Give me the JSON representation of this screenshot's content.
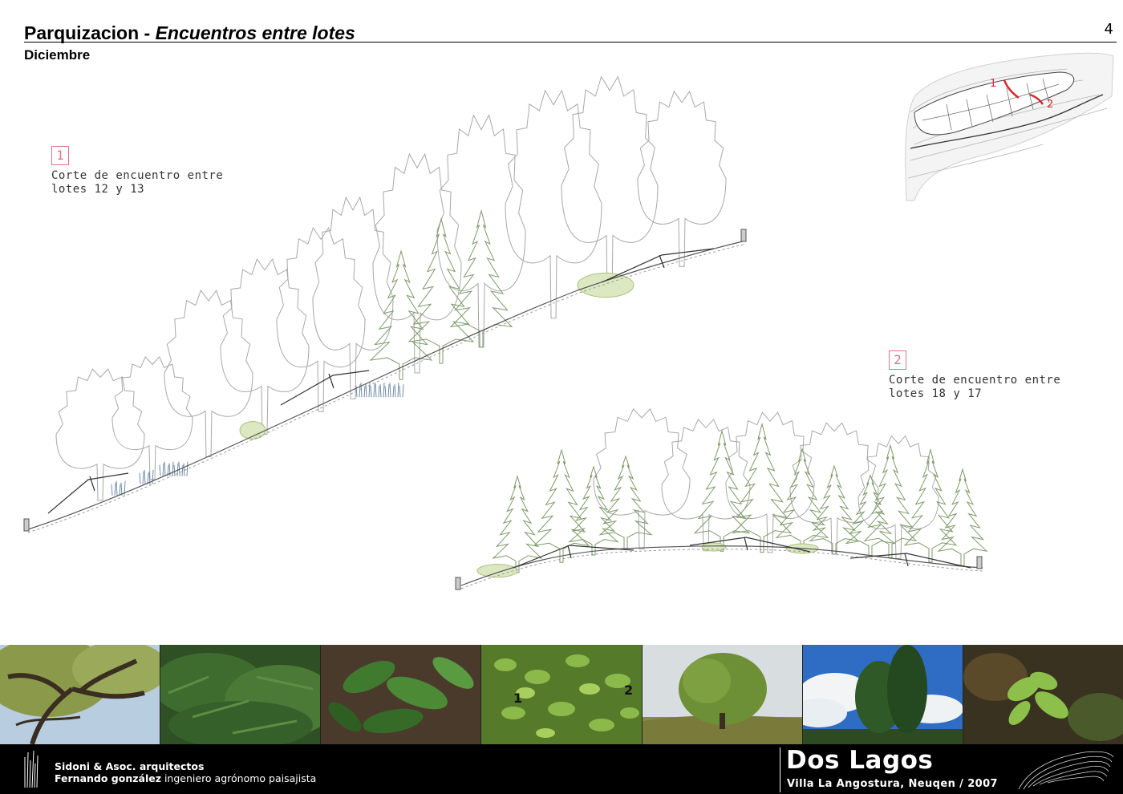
{
  "header": {
    "title": "Parquizacion - ",
    "subtitle": "Encuentros entre lotes",
    "month": "Diciembre",
    "page_number": "4"
  },
  "sections": [
    {
      "number": "1",
      "caption_line1": "Corte de encuentro entre",
      "caption_line2": "lotes 12 y 13"
    },
    {
      "number": "2",
      "caption_line1": "Corte de encuentro entre",
      "caption_line2": "lotes 18 y 17"
    }
  ],
  "key_map": {
    "labels": [
      "1",
      "2"
    ],
    "highlight_color": "#d9272e"
  },
  "photos": [
    {
      "name": "photo-tree-branches",
      "tint": "#8a9a4a"
    },
    {
      "name": "photo-conifer-foliage",
      "tint": "#3e6b2e"
    },
    {
      "name": "photo-glossy-leaves",
      "tint": "#3f7a2f"
    },
    {
      "name": "photo-small-leaves",
      "tint": "#79a53c",
      "labels": [
        "1",
        "2"
      ]
    },
    {
      "name": "photo-lone-tree-field",
      "tint": "#6d8f35"
    },
    {
      "name": "photo-tall-trees-sky",
      "tint": "#2f5a28"
    },
    {
      "name": "photo-young-leaves",
      "tint": "#8cc04a"
    }
  ],
  "footer": {
    "firm": "Sidoni & Asoc. arquitectos",
    "agronomist_name": "Fernando gonzález",
    "agronomist_role": " ingeniero agrónomo paisajista",
    "project": "Dos Lagos",
    "location": "Villa La Angostura, Neuqen / 2007"
  },
  "colors": {
    "accent": "#d9778a",
    "tree_outline": "#9a9a9a",
    "conifer_green": "#6f8f58",
    "shrub_green": "#a9c27a",
    "footer_bg": "#000000"
  }
}
